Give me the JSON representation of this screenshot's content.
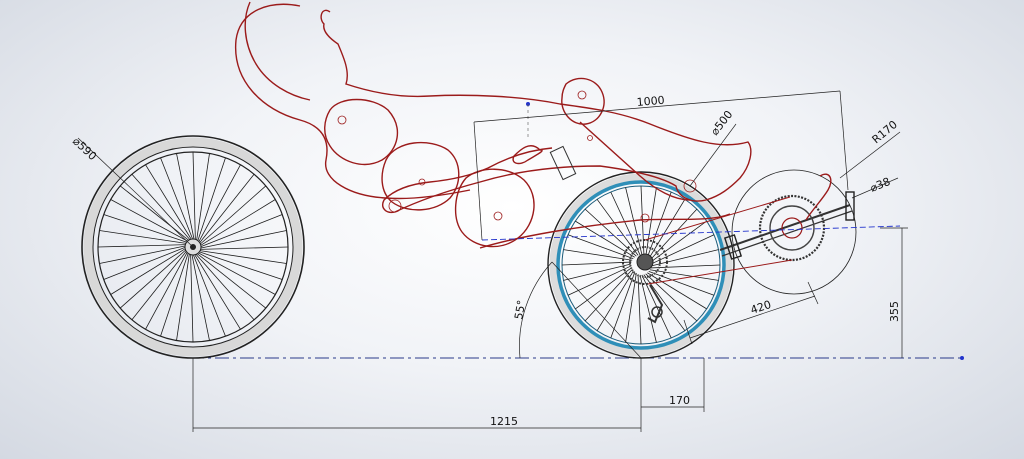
{
  "dimensions": {
    "wheel_diameter": "⌀590",
    "wheelbase": "1215",
    "front_offset": "170",
    "bb_height": "355",
    "crank_length": "420",
    "angle": "55°",
    "length_top": "1000",
    "chainring_diameter": "⌀500",
    "radius": "R170",
    "tube_diameter": "⌀38"
  },
  "colors": {
    "background": "#eef0f4",
    "outline_red": "#9b1b1b",
    "dimension_black": "#222222",
    "rim_blue": "#2f8fb8",
    "centerline_blue": "#2233cc",
    "tire_gray": "#d6d6d6"
  }
}
